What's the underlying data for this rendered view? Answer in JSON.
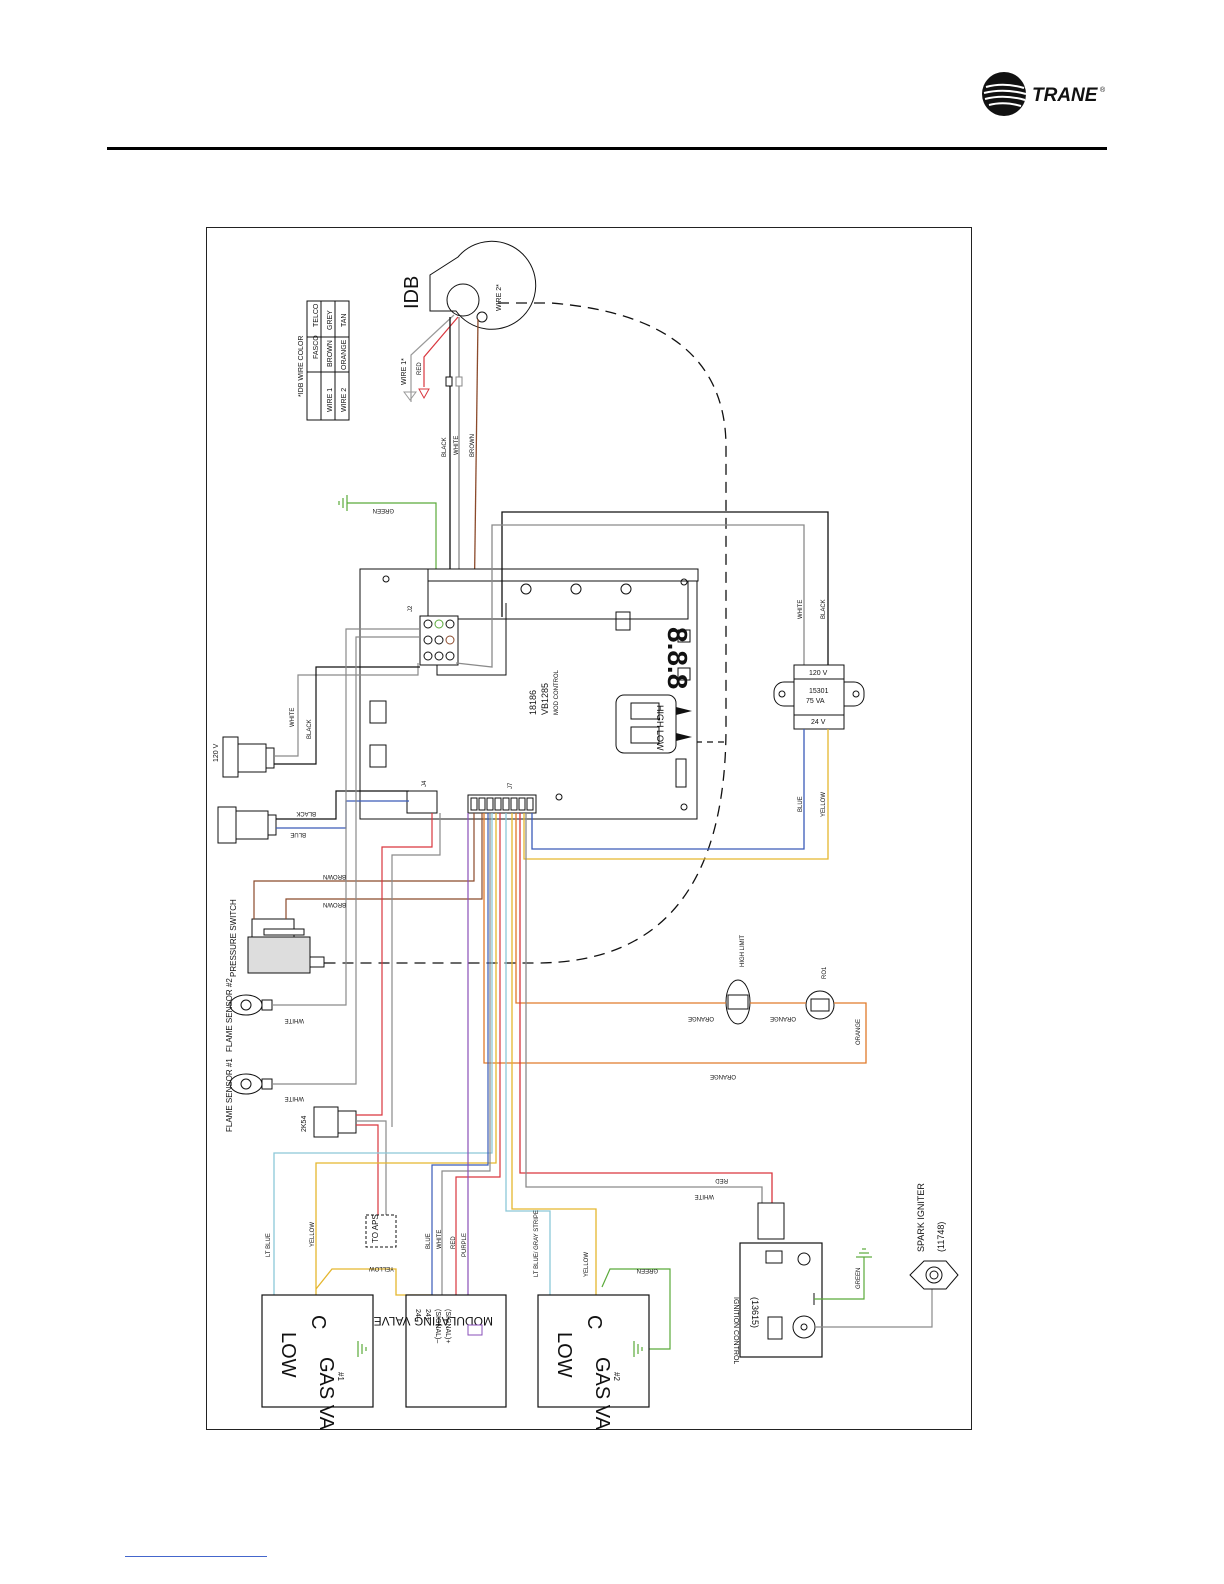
{
  "brand": {
    "name": "TRANE",
    "registered": "®"
  },
  "wire_table": {
    "title": "*IDB WIRE COLOR",
    "headers": [
      "",
      "FASCO",
      "TELCO"
    ],
    "rows": [
      [
        "WIRE 1",
        "BROWN",
        "GREY"
      ],
      [
        "WIRE 2",
        "ORANGE",
        "TAN"
      ]
    ]
  },
  "components": {
    "idb": "IDB",
    "wire1": "WIRE 1*",
    "wire2": "WIRE 2*",
    "board_part": "18186",
    "board_model": "VB1285",
    "board_desc": "MOD CONTROL",
    "j2": "J2",
    "j4": "J4",
    "j7": "J7",
    "high": "HIGH",
    "low": "LOW",
    "transformer_120": "120 V",
    "transformer_part": "15301",
    "transformer_va": "75 VA",
    "transformer_24": "24 V",
    "power_120": "120 V",
    "pressure_switch": "PRESSURE SWITCH",
    "flame_sensor_2": "FLAME SENSOR #2",
    "flame_sensor_1": "FLAME SENSOR #1",
    "connector_2k54": "2K54",
    "to_aps": "TO APS",
    "high_limit": "HIGH LIMIT",
    "ro1": "RO1",
    "ignition_control": "IGNITION CONTROL",
    "ignition_part": "(13615)",
    "spark_igniter": "SPARK IGNITER",
    "spark_part": "(11748)",
    "gas_valve": "GAS VALVE",
    "gas_valve_1": "#1",
    "gas_valve_2": "#2",
    "low_label": "LOW",
    "c_label": "C",
    "modulating_valve": "MODULATING VALVE",
    "mod_pins": [
      "24–",
      "24+",
      "(SIGNAL)–",
      "(SIGNAL)+"
    ]
  },
  "wire_labels": {
    "red": "RED",
    "black": "BLACK",
    "white": "WHITE",
    "brown": "BROWN",
    "green": "GREEN",
    "blue": "BLUE",
    "yellow": "YELLOW",
    "orange": "ORANGE",
    "purple": "PURPLE",
    "lt_blue": "LT BLUE",
    "lt_blue_gray": "LT BLUE/ GRAY STRIPE"
  },
  "colors": {
    "red": "#d9363e",
    "black": "#111111",
    "white_wire": "#8a8a8a",
    "brown": "#8b4a2b",
    "green": "#5aaa3a",
    "blue": "#3a5bb8",
    "yellow": "#e5b62e",
    "orange": "#e07a2a",
    "purple": "#8a4fb8",
    "lt_blue": "#8cc8d8"
  }
}
